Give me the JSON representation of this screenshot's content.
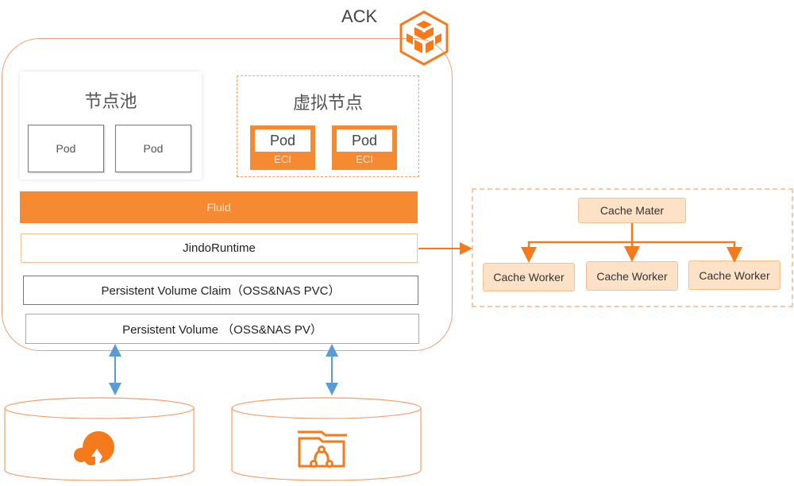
{
  "diagram": {
    "ack": {
      "title": "ACK",
      "logo_icon": "ack-cube-logo-icon"
    },
    "node_pool": {
      "title": "节点池",
      "pods": [
        "Pod",
        "Pod"
      ]
    },
    "virtual_node": {
      "title": "虚拟节点",
      "pods": [
        {
          "label": "Pod",
          "tag": "ECI"
        },
        {
          "label": "Pod",
          "tag": "ECI"
        }
      ]
    },
    "fluid": {
      "label": "Fluid"
    },
    "runtime": {
      "label": "JindoRuntime"
    },
    "pvc": {
      "label": "Persistent Volume Claim（OSS&NAS PVC）"
    },
    "pv": {
      "label": "Persistent Volume （OSS&NAS PV）"
    },
    "cache": {
      "master": "Cache Mater",
      "workers": [
        "Cache Worker",
        "Cache Worker",
        "Cache Worker"
      ]
    },
    "storage": [
      {
        "name": "oss",
        "icon": "oss-cloud-upload-icon"
      },
      {
        "name": "nas",
        "icon": "nas-folder-share-icon"
      }
    ],
    "colors": {
      "accent": "#f58a33",
      "accent_light": "#fde2c8",
      "frame": "#f0a070",
      "link": "#5b9bd5"
    }
  }
}
